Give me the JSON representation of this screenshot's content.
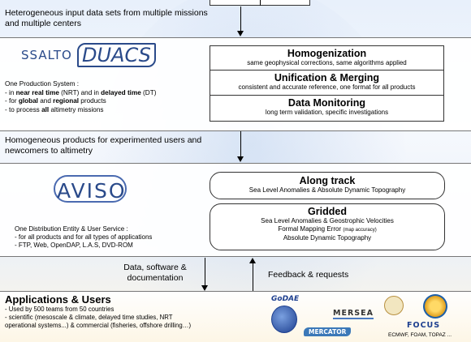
{
  "top_label": "Heterogeneous input data sets from multiple missions and multiple centers",
  "production": {
    "logo_ssalto": "SSALTO",
    "logo_duacs": "DUACS",
    "heading": "One Production System :",
    "line1_pre": "- in ",
    "line1_b1": "near real time",
    "line1_mid": " (NRT) and in ",
    "line1_b2": "delayed time",
    "line1_post": " (DT)",
    "line2_pre": "- for ",
    "line2_b1": "global",
    "line2_mid": " and ",
    "line2_b2": "regional",
    "line2_post": " products",
    "line3_pre": "- to process ",
    "line3_b": "all",
    "line3_post": " altimetry missions",
    "box": {
      "homog_title": "Homogenization",
      "homog_sub": "same geophysical corrections, same algorithms applied",
      "unif_title": "Unification & Merging",
      "unif_sub": "consistent and accurate reference, one format for all products",
      "mon_title": "Data Monitoring",
      "mon_sub": "long term validation, specific investigations"
    }
  },
  "middle_label": "Homogeneous products for experimented users and newcomers to altimetry",
  "distribution": {
    "logo": "AVISO",
    "heading": "One Distribution Entity & User Service :",
    "line1": "- for all products and for all types of applications",
    "line2": "- FTP, Web, OpenDAP, L.A.S, DVD-ROM",
    "along_title": "Along track",
    "along_sub": "Sea Level Anomalies & Absolute Dynamic Topography",
    "grid_title": "Gridded",
    "grid_sub1": "Sea Level Anomalies & Geostrophic Velocities",
    "grid_sub2a": "Formal Mapping Error ",
    "grid_sub2b": "(map accuracy)",
    "grid_sub3": "Absolute Dynamic Topography"
  },
  "flows": {
    "data_doc": "Data, software & documentation",
    "feedback": "Feedback & requests"
  },
  "applications": {
    "title": "Applications & Users",
    "line1": "- Used by 500 teams from 50 countries",
    "line2": "- scientific (mesoscale & climate, delayed time studies, NRT",
    "line3": "operational systems...) & commercial (fisheries, offshore drilling…)",
    "logos": {
      "godae": "GoDAE",
      "mersea": "MERSEA",
      "mercator": "MERCATOR",
      "focus": "FOCUS"
    },
    "footer": "ECMWF, FOAM, TOPAZ ..."
  },
  "colors": {
    "logo_blue": "#2a4a8a",
    "line": "#000000"
  }
}
